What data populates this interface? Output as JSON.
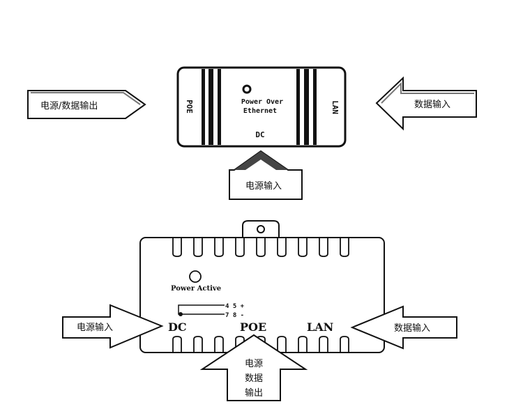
{
  "top_device": {
    "left_port": "POE",
    "right_port": "LAN",
    "title_line1": "Power  Over",
    "title_line2": "Ethernet",
    "bottom_port": "DC"
  },
  "top_arrows": {
    "left": "电源/数据输出",
    "right": "数据输入",
    "bottom": "电源输入"
  },
  "bottom_device": {
    "indicator": "Power Active",
    "pin_top": "4 5 +",
    "pin_bottom": "7 8 -",
    "port_dc": "DC",
    "port_poe": "POE",
    "port_lan": "LAN"
  },
  "bottom_arrows": {
    "left": "电源输入",
    "right": "数据输入",
    "bottom_line1": "电源",
    "bottom_line2": "数据",
    "bottom_line3": "输出"
  }
}
